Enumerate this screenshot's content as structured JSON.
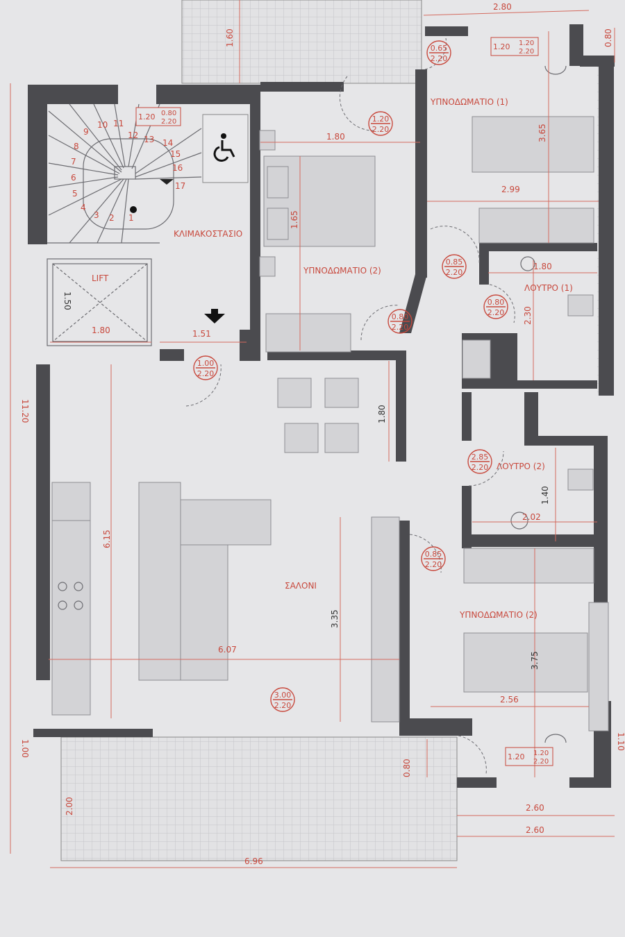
{
  "rooms": {
    "stairwell": "ΚΛΙΜΑΚΟΣΤΑΣΙΟ",
    "lift": "LIFT",
    "bedroom_1": "ΥΠΝΟΔΩΜΑΤΙΟ (1)",
    "bedroom_2_middle": "ΥΠΝΟΔΩΜΑΤΙΟ (2)",
    "bath_1": "ΛΟΥΤΡΟ (1)",
    "bath_2": "ΛΟΥΤΡΟ (2)",
    "living": "ΣΑΛΟΝΙ",
    "bedroom_2_lower": "ΥΠΝΟΔΩΜΑΤΙΟ (2)"
  },
  "stair_steps": [
    "1",
    "2",
    "3",
    "4",
    "5",
    "6",
    "7",
    "8",
    "9",
    "10",
    "11",
    "12",
    "13",
    "14",
    "15",
    "16",
    "17"
  ],
  "dimensions": {
    "top_balcony_depth": "1.60",
    "top_width": "2.80",
    "top_right": "0.80",
    "corridor_width": "1.80",
    "bedroom1_depth": "3.65",
    "bedroom1_width": "2.99",
    "middle_bedroom_depth": "1.65",
    "bath1_width": "1.80",
    "bath1_depth": "2.30",
    "lift_depth": "1.50",
    "lift_width": "1.80",
    "landing_width": "1.51",
    "total_depth": "11.20",
    "dining_depth": "1.80",
    "living_depth": "6.15",
    "bath2_depth": "1.40",
    "bath2_width": "2.02",
    "living_mid": "3.35",
    "living_width": "6.07",
    "bedroom2_depth": "3.75",
    "bedroom2_width": "2.56",
    "left_bottom": "1.00",
    "balcony_depth": "2.00",
    "balcony_door_gap": "0.80",
    "balcony_right_1": "2.60",
    "balcony_right_2": "2.60",
    "balcony_width": "6.96",
    "right_bottom": "1.10"
  },
  "doors": [
    {
      "w": "0.65",
      "h": "2.20"
    },
    {
      "w": "1.20",
      "h": "2.20"
    },
    {
      "w": "0.85",
      "h": "2.20"
    },
    {
      "w": "0.80",
      "h": "2.20"
    },
    {
      "w": "0.80",
      "h": "2.20"
    },
    {
      "w": "1.00",
      "h": "2.20"
    },
    {
      "w": "2.85",
      "h": "2.20"
    },
    {
      "w": "0.85",
      "h": "2.20"
    },
    {
      "w": "3.00",
      "h": "2.20"
    }
  ],
  "windows": [
    {
      "sill": "1.20",
      "w": "0.80",
      "h": "2.20"
    },
    {
      "sill": "1.20",
      "w": "1.20",
      "h": "2.20"
    },
    {
      "sill": "1.20",
      "w": "1.20",
      "h": "2.20"
    }
  ],
  "colors": {
    "wall": "#4b4b4f",
    "annotation": "#c8483c",
    "paper": "#e6e6e8"
  }
}
